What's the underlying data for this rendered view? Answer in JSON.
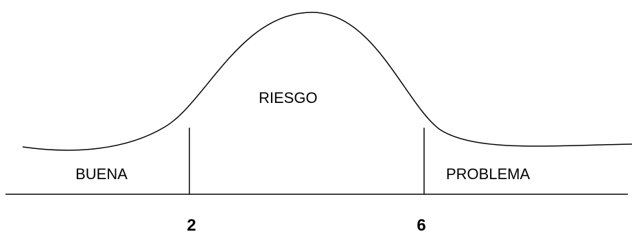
{
  "zones": {
    "left_label": "BUENA",
    "center_label": "RIESGO",
    "right_label": "PROBLEMA"
  },
  "thresholds": {
    "low_label": "2",
    "high_label": "6"
  },
  "colors": {
    "stroke": "#000000",
    "background": "#ffffff"
  }
}
